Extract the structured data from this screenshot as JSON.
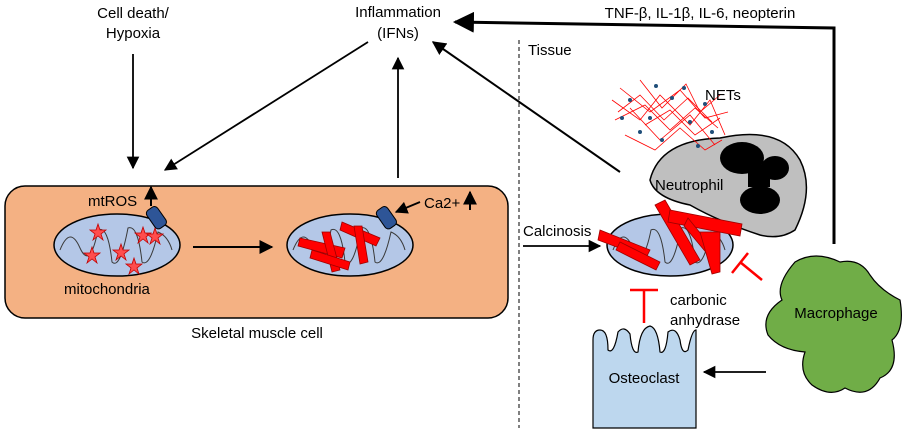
{
  "labels": {
    "cell_death_1": "Cell death/",
    "cell_death_2": "Hypoxia",
    "inflammation_1": "Inflammation",
    "inflammation_2": "(IFNs)",
    "cytokines": "TNF-β, IL-1β, IL-6, neopterin",
    "tissue": "Tissue",
    "nets": "NETs",
    "mtros": "mtROS",
    "ca": "Ca2+",
    "neutrophil": "Neutrophil",
    "calcinosis": "Calcinosis",
    "mitochondria": "mitochondria",
    "carbonic_1": "carbonic",
    "carbonic_2": "anhydrase",
    "skeletal": "Skeletal muscle cell",
    "macrophage": "Macrophage",
    "osteoclast": "Osteoclast"
  },
  "colors": {
    "muscle_fill": "#f4b183",
    "mito_fill": "#b4c7e7",
    "crystal": "#ff0000",
    "neutrophil_fill": "#bfbfbf",
    "macrophage_fill": "#70ad47",
    "osteoclast_fill": "#bdd7ee",
    "channel": "#2e5597"
  }
}
